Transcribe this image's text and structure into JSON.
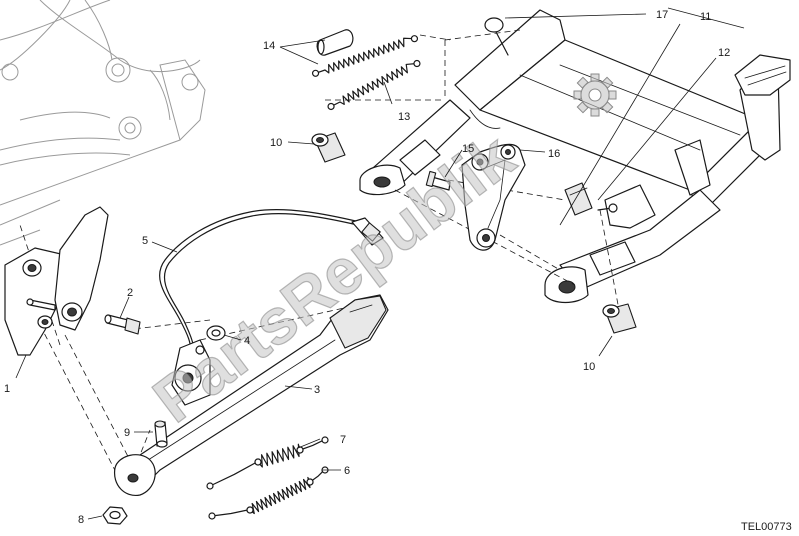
{
  "drawing_reference": "TEL00773",
  "watermark": "PartsRepublik",
  "callouts": [
    {
      "id": "c1",
      "label": "1"
    },
    {
      "id": "c2",
      "label": "2"
    },
    {
      "id": "c3",
      "label": "3"
    },
    {
      "id": "c4",
      "label": "4"
    },
    {
      "id": "c5",
      "label": "5"
    },
    {
      "id": "c6",
      "label": "6"
    },
    {
      "id": "c7",
      "label": "7"
    },
    {
      "id": "c8",
      "label": "8"
    },
    {
      "id": "c9",
      "label": "9"
    },
    {
      "id": "c10a",
      "label": "10"
    },
    {
      "id": "c10b",
      "label": "10"
    },
    {
      "id": "c11",
      "label": "11"
    },
    {
      "id": "c12",
      "label": "12"
    },
    {
      "id": "c13",
      "label": "13"
    },
    {
      "id": "c14",
      "label": "14"
    },
    {
      "id": "c15",
      "label": "15"
    },
    {
      "id": "c16",
      "label": "16"
    },
    {
      "id": "c17",
      "label": "17"
    }
  ]
}
